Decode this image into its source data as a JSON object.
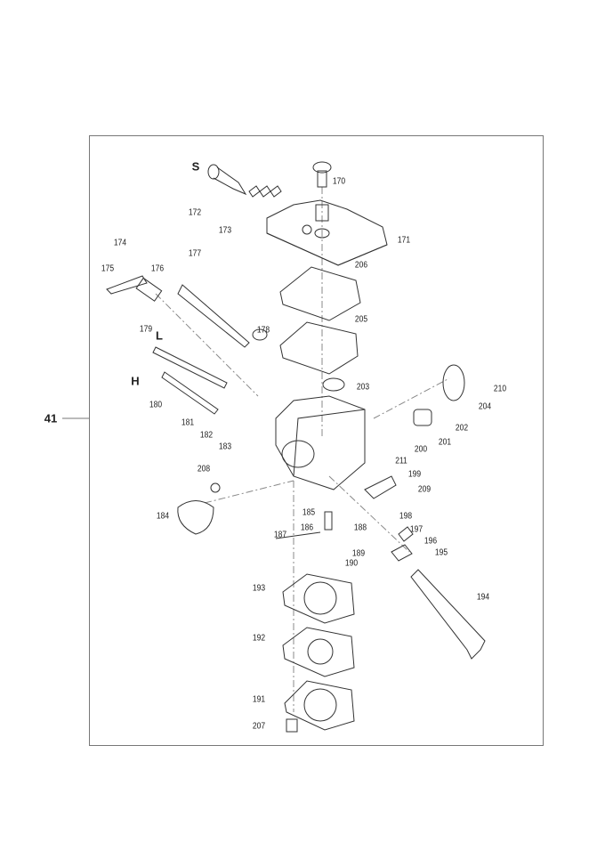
{
  "figure_number": "41",
  "adjuster_labels": {
    "s": "S",
    "l": "L",
    "h": "H"
  },
  "part_numbers": [
    "170",
    "171",
    "172",
    "173",
    "174",
    "175",
    "176",
    "177",
    "178",
    "179",
    "180",
    "181",
    "182",
    "183",
    "184",
    "185",
    "186",
    "187",
    "188",
    "189",
    "190",
    "191",
    "192",
    "193",
    "194",
    "195",
    "196",
    "197",
    "198",
    "199",
    "200",
    "201",
    "202",
    "203",
    "204",
    "205",
    "206",
    "207",
    "208",
    "209",
    "210",
    "211"
  ]
}
